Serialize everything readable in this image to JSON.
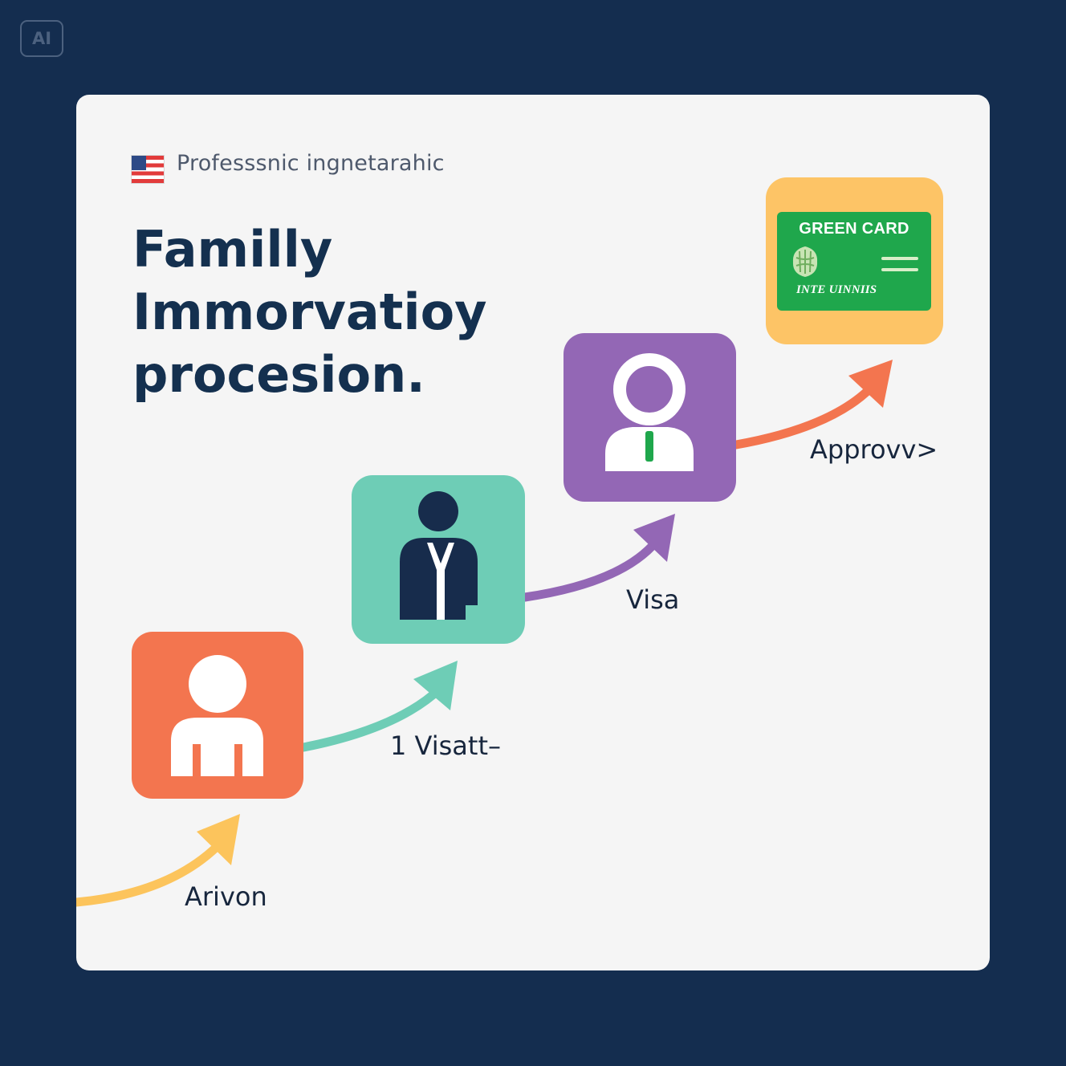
{
  "badge": {
    "label": "AI"
  },
  "header": {
    "subtitle": "Professsnic ingnetarahic",
    "title_lines": [
      "Familly",
      "Immorvatioy",
      "procesion."
    ]
  },
  "steps": [
    {
      "label": "Arivon",
      "icon": "person-icon",
      "color": "#f3754f"
    },
    {
      "label": "1 Visatt–",
      "icon": "person-in-suit-icon",
      "color": "#6ecdb6"
    },
    {
      "label": "Visa",
      "icon": "person-with-id-icon",
      "color": "#9367b5"
    },
    {
      "label": "Approvv>",
      "icon": "green-card-icon",
      "color": "#fdc466"
    }
  ],
  "green_card": {
    "title": "GREEN CARD",
    "footer": "INTE UINNIIS"
  },
  "arrow_colors": [
    "#fcc45c",
    "#6ecdb6",
    "#9367b5",
    "#f3754f"
  ],
  "colors": {
    "background": "#142d4f",
    "card": "#f5f5f5",
    "title_text": "#14304f",
    "green_card": "#1fa74c"
  }
}
